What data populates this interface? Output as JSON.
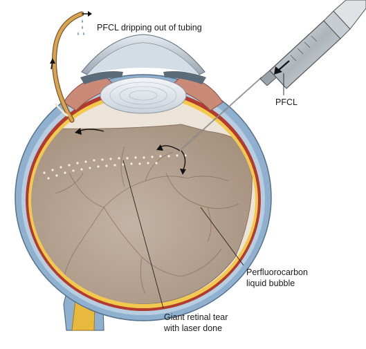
{
  "labels": {
    "dripping": "PFCL dripping out of tubing",
    "pfcl": "PFCL",
    "bubble_line1": "Perfluorocarbon",
    "bubble_line2": "liquid bubble",
    "tear_line1": "Giant retinal tear",
    "tear_line2": "with laser done"
  },
  "colors": {
    "sclera": "#8fb0ce",
    "choroid": "#b23a2f",
    "retina": "#f2c94c",
    "vitreous": "#ece4d8",
    "pfcl_bubble": "#b5a292",
    "optic_nerve": "#e7b93c",
    "tubing": "#cf9a4a",
    "syringe": "#b9c1c6"
  }
}
